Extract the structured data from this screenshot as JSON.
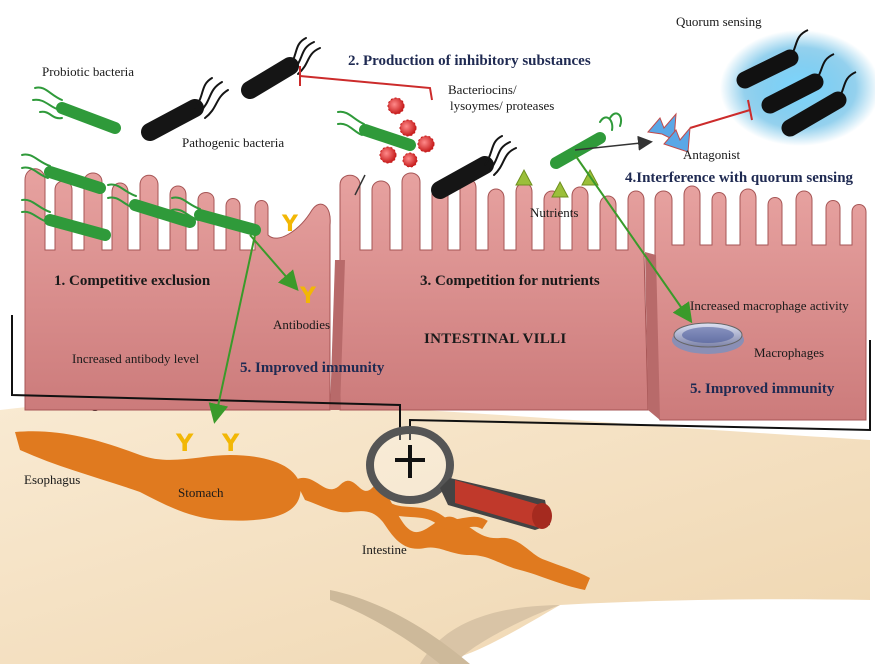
{
  "labels": {
    "probiotic_bacteria": "Probiotic bacteria",
    "pathogenic_bacteria": "Pathogenic bacteria",
    "production_inhibitory": "2. Production of inhibitory substances",
    "bacteriocins_line1": "Bacteriocins/",
    "bacteriocins_line2": "lysoymes/ proteases",
    "quorum_sensing": "Quorum sensing",
    "antagonist": "Antagonist",
    "interference_quorum": "4.Interference with quorum sensing",
    "nutrients": "Nutrients",
    "competitive_exclusion": "1. Competitive exclusion",
    "competition_nutrients": "3. Competition for nutrients",
    "increased_macrophage": "Increased macrophage activity",
    "antibodies": "Antibodies",
    "intestinal_villi": "INTESTINAL VILLI",
    "macrophages": "Macrophages",
    "increased_antibody": "Increased antibody level",
    "improved_immunity_left": "5. Improved immunity",
    "improved_immunity_right": "5. Improved immunity",
    "esophagus": "Esophagus",
    "stomach": "Stomach",
    "intestine": "Intestine",
    "antibody_glyph": "Y"
  },
  "colors": {
    "villi": "#d98c8c",
    "villi_dark": "#b86a6a",
    "fish_body": "#f6e3c6",
    "gut": "#e07a1f",
    "probiotic": "#2f9a3a",
    "pathogen": "#151515",
    "inhibit_line": "#cc2b2b",
    "arrow_green": "#3a9a2a",
    "antibody": "#f2b705",
    "quorum_glow": "#38b6e8",
    "magnifier_handle": "#c0392b",
    "title_blue": "#1f2a52"
  },
  "icons": [
    "probiotic-bacterium-icon",
    "pathogenic-bacterium-icon",
    "bacteriocin-particle-icon",
    "nutrient-triangle-icon",
    "antagonist-molecule-icon",
    "antibody-icon",
    "macrophage-icon",
    "magnifier-icon"
  ]
}
